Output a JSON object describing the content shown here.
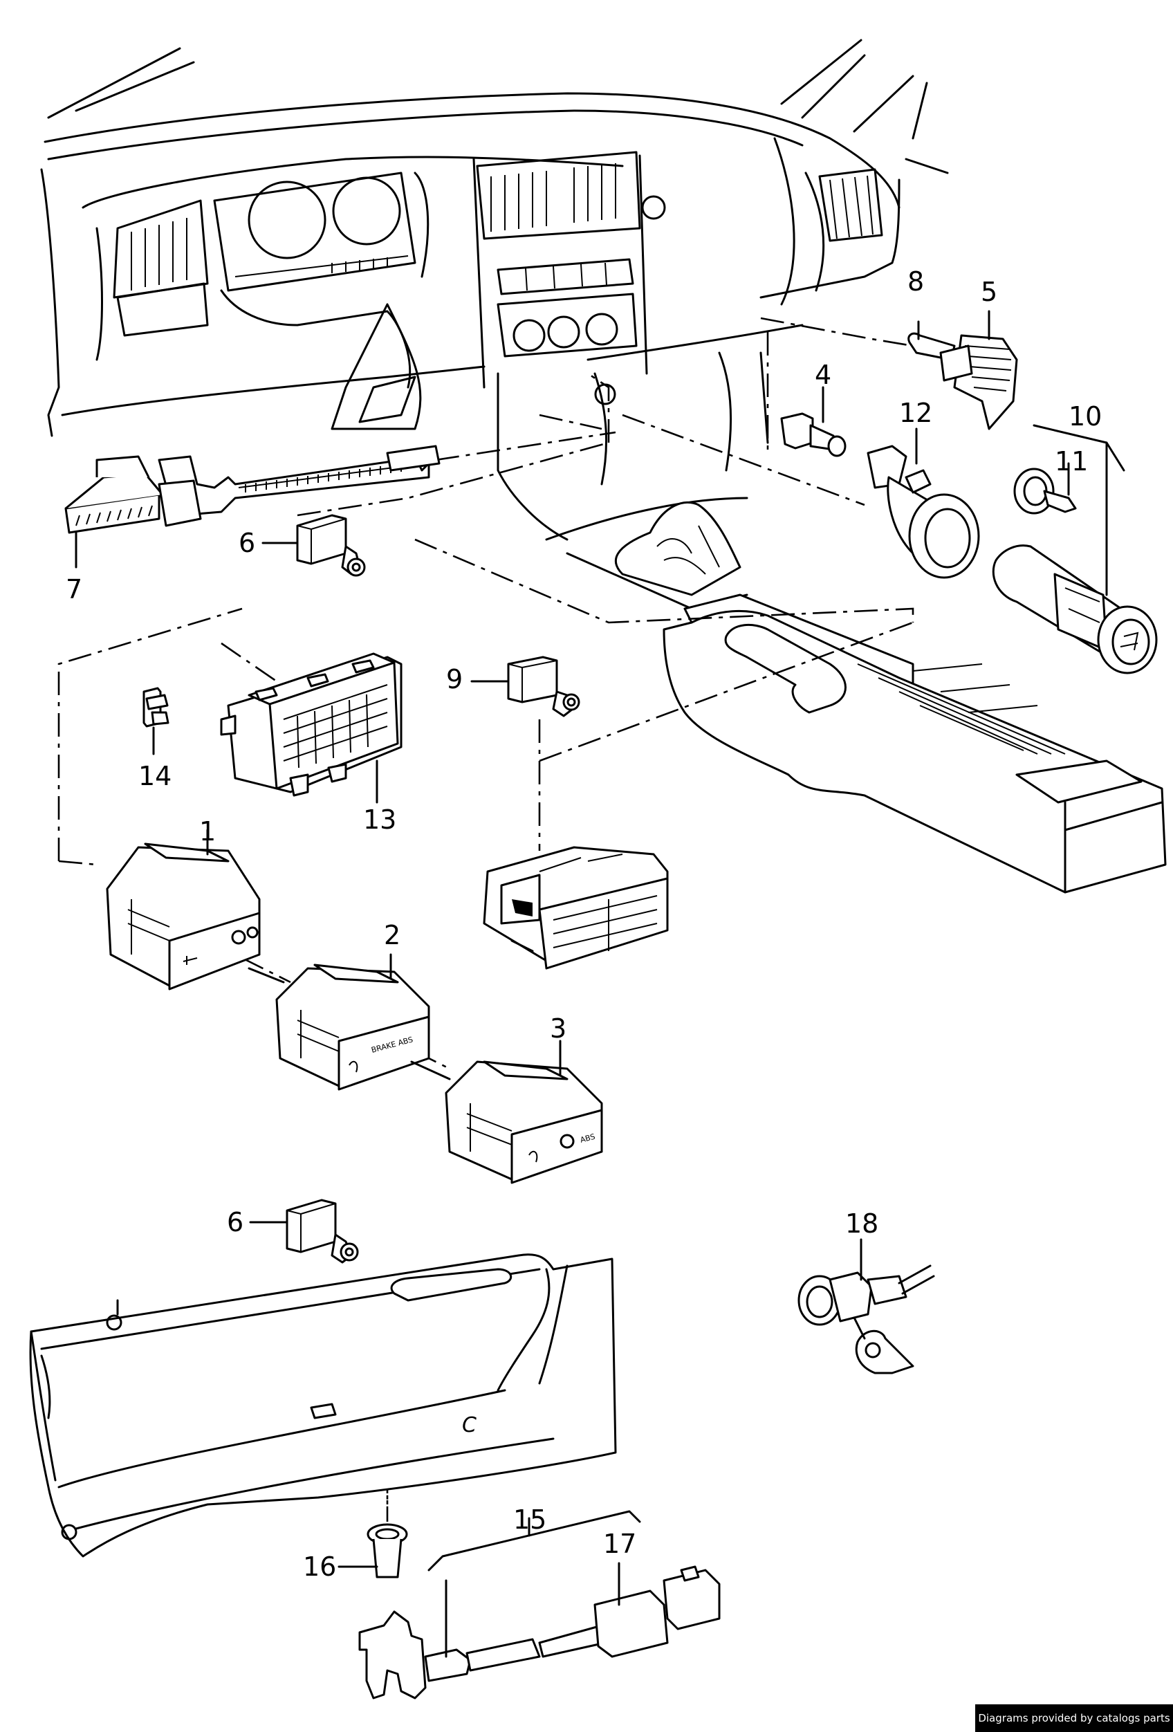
{
  "diagram": {
    "callouts": [
      "1",
      "2",
      "3",
      "4",
      "5",
      "6",
      "6",
      "7",
      "8",
      "9",
      "10",
      "11",
      "12",
      "13",
      "14",
      "15",
      "16",
      "17",
      "18"
    ],
    "switch_labels": {
      "brake_abs": "BRAKE ABS",
      "abs": "ABS"
    },
    "glovebox_mark": "C"
  },
  "footer": {
    "credit": "Diagrams provided by catalogs parts"
  }
}
